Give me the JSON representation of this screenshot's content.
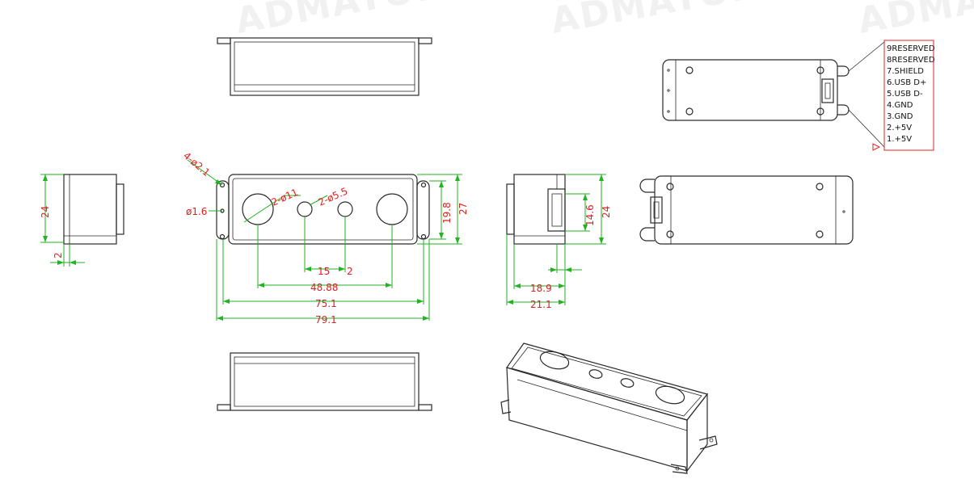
{
  "watermark": {
    "text": "ADMATORE"
  },
  "front_view": {
    "hole_pattern": "4-ø2.1",
    "small_hole_dia": "ø1.6",
    "large_holes": "2-ø11",
    "small_holes": "2-ø5.5",
    "dim_15": "15",
    "dim_2a": "2",
    "dim_4888": "48.88",
    "dim_751": "75.1",
    "dim_791": "79.1",
    "dim_198": "19.8",
    "dim_27": "27"
  },
  "left_view": {
    "height": "24",
    "flange": "2"
  },
  "right_view": {
    "connector_h": "14.6",
    "height": "24",
    "dim_189": "18.9",
    "dim_211": "21.1"
  },
  "pinout": {
    "pins": [
      "9RESERVED",
      "8RESERVED",
      "7.SHIELD",
      "6.USB D+",
      "5.USB D-",
      "4.GND",
      "3.GND",
      "2.+5V",
      "1.+5V"
    ]
  },
  "colors": {
    "dimension": "#22b222",
    "annotation": "#e02020",
    "outline": "#2a2a2a"
  }
}
